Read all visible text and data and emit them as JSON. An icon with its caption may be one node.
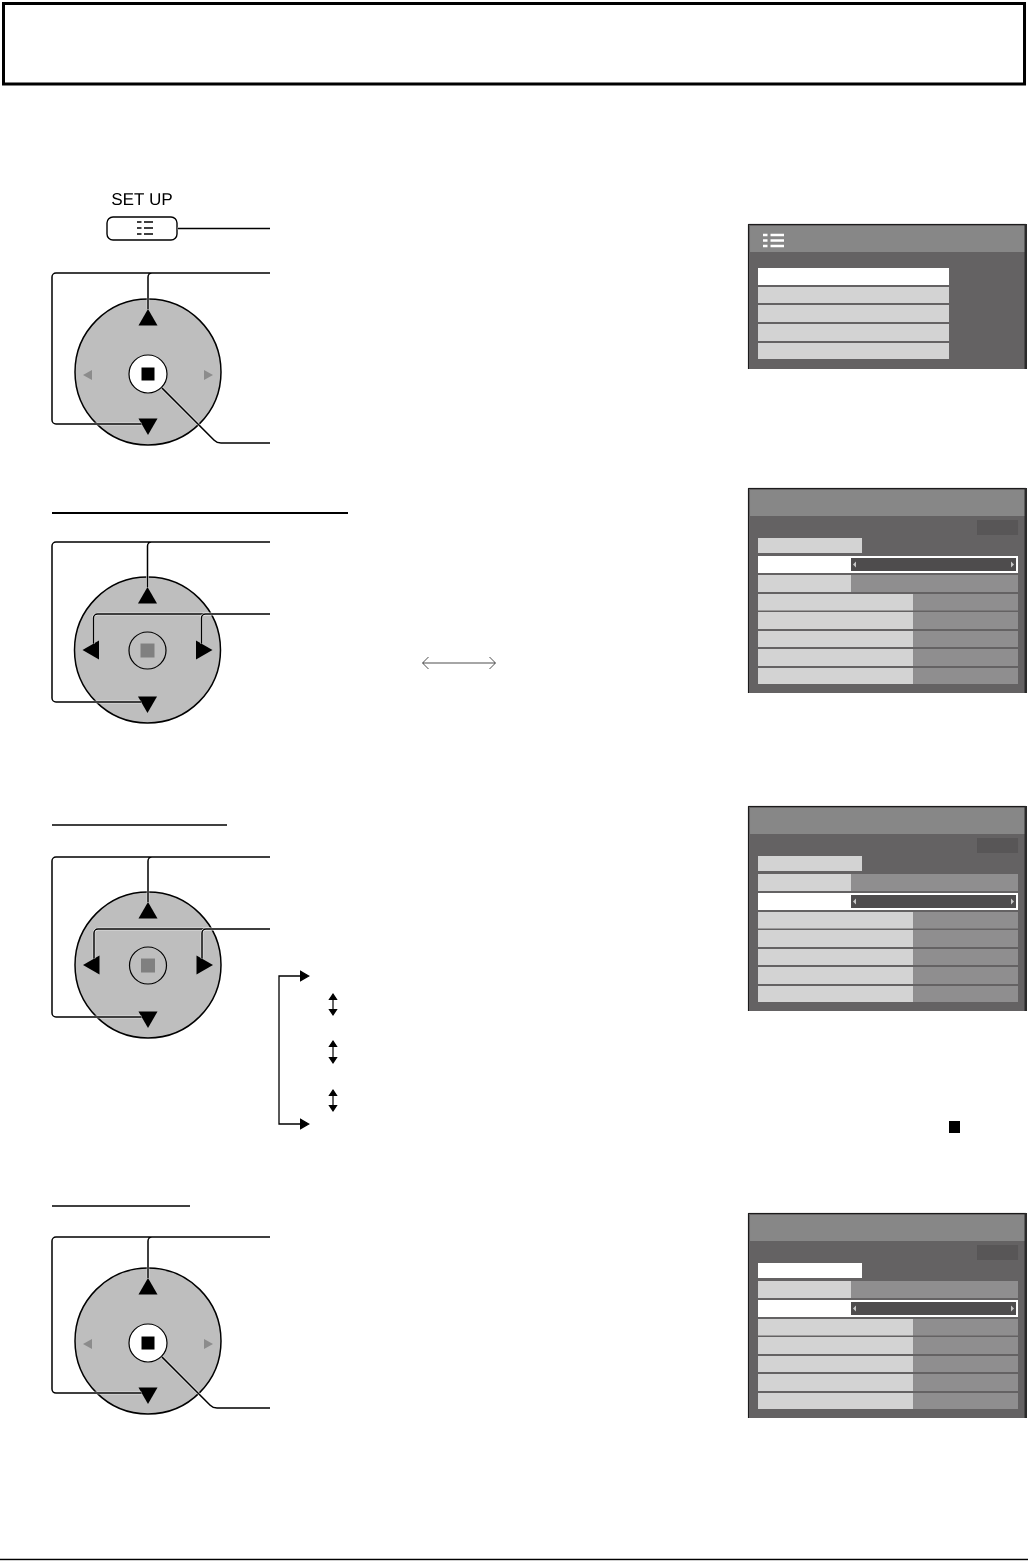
{
  "diagram": {
    "nodes": [
      {
        "text": [
          "SET UP"
        ]
      },
      {
        "text": [],
        "shape": "circle"
      },
      {
        "text": [],
        "shape": "triangle",
        "in": 1
      },
      {
        "text": [],
        "shape": "circle",
        "in": 1
      },
      {
        "text": [],
        "shape": "triangle",
        "in": 1
      },
      {
        "text": [],
        "shape": "circle"
      },
      {
        "text": [],
        "shape": "triangle",
        "in": 5
      },
      {
        "text": [],
        "shape": "triangle",
        "in": 5
      },
      {
        "text": [],
        "shape": "triangle",
        "in": 5
      },
      {
        "text": [],
        "shape": "triangle",
        "in": 5
      },
      {
        "text": [],
        "shape": "circle"
      },
      {
        "text": [],
        "shape": "triangle",
        "in": 10
      },
      {
        "text": [],
        "shape": "triangle",
        "in": 10
      },
      {
        "text": [],
        "shape": "triangle",
        "in": 10
      },
      {
        "text": [],
        "shape": "triangle",
        "in": 10
      },
      {
        "text": [],
        "shape": "circle"
      },
      {
        "text": [],
        "shape": "triangle",
        "in": 15
      },
      {
        "text": [],
        "shape": "circle",
        "in": 15
      },
      {
        "text": [],
        "shape": "triangle",
        "in": 15
      }
    ],
    "edges": [
      {
        "from": null,
        "to": 0,
        "arrow": "none"
      },
      {
        "from": null,
        "to": 2,
        "arrow": "none"
      },
      {
        "from": null,
        "to": 4,
        "arrow": "none"
      },
      {
        "from": null,
        "to": 3,
        "arrow": "none"
      },
      {
        "from": null,
        "to": 6,
        "arrow": "none"
      },
      {
        "from": null,
        "to": 9,
        "arrow": "none"
      },
      {
        "from": null,
        "to": 7,
        "arrow": "none"
      },
      {
        "from": null,
        "to": 8,
        "arrow": "none"
      },
      {
        "from": null,
        "to": 11,
        "arrow": "none"
      },
      {
        "from": null,
        "to": 14,
        "arrow": "none"
      },
      {
        "from": null,
        "to": 12,
        "arrow": "none"
      },
      {
        "from": null,
        "to": 13,
        "arrow": "none"
      },
      {
        "from": null,
        "to": 16,
        "arrow": "none"
      },
      {
        "from": null,
        "to": 18,
        "arrow": "none"
      },
      {
        "from": null,
        "to": 17,
        "arrow": "none"
      }
    ]
  }
}
